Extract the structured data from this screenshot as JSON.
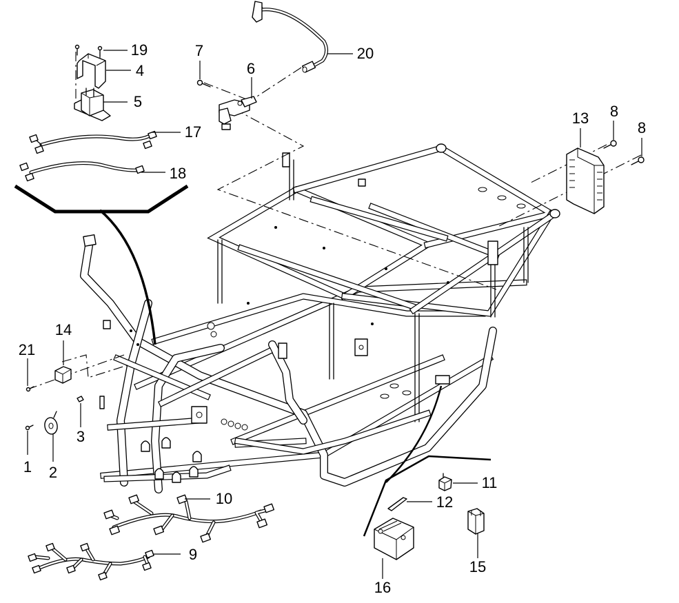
{
  "diagram": {
    "type": "exploded-parts-diagram",
    "subject": "vehicle frame electrical components",
    "callouts": [
      {
        "id": "c1",
        "label": "1",
        "part": "screw"
      },
      {
        "id": "c2",
        "label": "2",
        "part": "horn"
      },
      {
        "id": "c3",
        "label": "3",
        "part": "nut"
      },
      {
        "id": "c4",
        "label": "4",
        "part": "relay cover bracket"
      },
      {
        "id": "c5",
        "label": "5",
        "part": "starter relay"
      },
      {
        "id": "c6",
        "label": "6",
        "part": "sensor"
      },
      {
        "id": "c7",
        "label": "7",
        "part": "bolt"
      },
      {
        "id": "c8a",
        "label": "8",
        "part": "bolt"
      },
      {
        "id": "c8b",
        "label": "8",
        "part": "bolt"
      },
      {
        "id": "c9",
        "label": "9",
        "part": "wiring harness"
      },
      {
        "id": "c10",
        "label": "10",
        "part": "main wiring harness"
      },
      {
        "id": "c11",
        "label": "11",
        "part": "connector"
      },
      {
        "id": "c12",
        "label": "12",
        "part": "battery strap"
      },
      {
        "id": "c13",
        "label": "13",
        "part": "fuse box"
      },
      {
        "id": "c14",
        "label": "14",
        "part": "regulator/rectifier"
      },
      {
        "id": "c15",
        "label": "15",
        "part": "relay"
      },
      {
        "id": "c16",
        "label": "16",
        "part": "battery"
      },
      {
        "id": "c17",
        "label": "17",
        "part": "lead wire"
      },
      {
        "id": "c18",
        "label": "18",
        "part": "lead wire"
      },
      {
        "id": "c19",
        "label": "19",
        "part": "screw"
      },
      {
        "id": "c20",
        "label": "20",
        "part": "sensor cable"
      },
      {
        "id": "c21",
        "label": "21",
        "part": "screw"
      }
    ]
  }
}
